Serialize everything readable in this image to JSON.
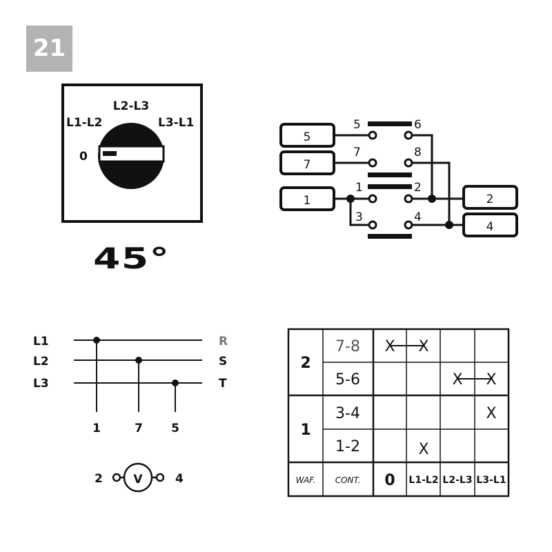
{
  "badge": "21",
  "angle": "45°",
  "dial": {
    "pos_0": "0",
    "pos_l1l2": "L1-L2",
    "pos_l2l3": "L2-L3",
    "pos_l3l1": "L3-L1"
  },
  "wiring": {
    "box_5": "5",
    "box_7": "7",
    "box_1": "1",
    "box_2": "2",
    "box_4": "4",
    "t5": "5",
    "t6": "6",
    "t7": "7",
    "t8": "8",
    "t1": "1",
    "t2": "2",
    "t3": "3",
    "t4": "4"
  },
  "lines": {
    "l1": "L1",
    "l2": "L2",
    "l3": "L3",
    "r": "R",
    "s": "S",
    "t": "T",
    "d1": "1",
    "d7": "7",
    "d5": "5"
  },
  "voltmeter": {
    "left": "2",
    "symbol": "V",
    "right": "4"
  },
  "table": {
    "waf1": "2",
    "waf2": "1",
    "c78": "7-8",
    "c56": "5-6",
    "c34": "3-4",
    "c12": "1-2",
    "hdr_waf": "WAF.",
    "hdr_cont": "CONT.",
    "hdr_0": "0",
    "hdr_l1l2": "L1-L2",
    "hdr_l2l3": "L2-L3",
    "hdr_l3l1": "L3-L1",
    "x": "X"
  }
}
